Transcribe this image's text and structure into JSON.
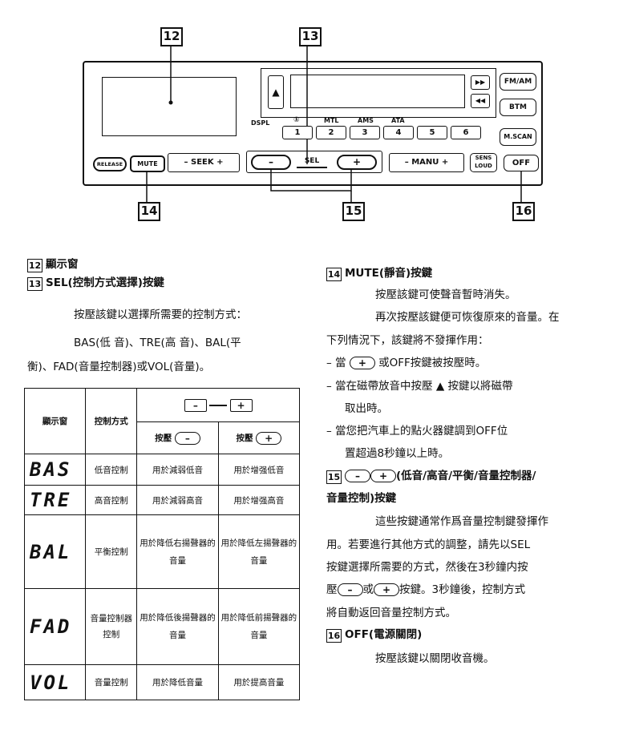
{
  "diagram": {
    "callout_numbers": [
      "12",
      "13",
      "14",
      "15",
      "16"
    ],
    "preset_labels": [
      "①",
      "MTL",
      "AMS",
      "ATA"
    ],
    "preset_buttons": [
      "1",
      "2",
      "3",
      "4",
      "5",
      "6"
    ],
    "buttons": {
      "eject": "▲",
      "ff": "▶▶",
      "rew": "◀◀",
      "fm_am": "FM/AM",
      "btm": "BTM",
      "mscan": "M.SCAN",
      "dspl": "DSPL",
      "release": "RELEASE",
      "mute": "MUTE",
      "seek": "– SEEK +",
      "minus": "–",
      "sel": "SEL",
      "plus": "+",
      "manu": "– MANU +",
      "sens_loud_1": "SENS",
      "sens_loud_2": "LOUD",
      "off": "OFF"
    }
  },
  "left": {
    "item12_num": "12",
    "item12_title": "顯示窗",
    "item13_num": "13",
    "item13_title": "SEL(控制方式選擇)按鍵",
    "item13_line1": "按壓該鍵以選擇所需要的控制方式：",
    "item13_line2": "BAS(低 音)、TRE(高 音)、BAL(平",
    "item13_line3": "衡)、FAD(音量控制器)或VOL(音量)。"
  },
  "table": {
    "header_display": "顯示窗",
    "header_mode": "控制方式",
    "header_press": "按壓",
    "minus_sign": "–",
    "plus_sign": "+",
    "rows": [
      {
        "lcd": "BAS",
        "mode": "低音控制",
        "minus": "用於減弱低音",
        "plus": "用於增强低音"
      },
      {
        "lcd": "TRE",
        "mode": "高音控制",
        "minus": "用於減弱高音",
        "plus": "用於增强高音"
      },
      {
        "lcd": "BAL",
        "mode": "平衡控制",
        "minus": "用於降低右揚聲器的音量",
        "plus": "用於降低左揚聲器的音量"
      },
      {
        "lcd": "FAD",
        "mode": "音量控制器控制",
        "minus": "用於降低後揚聲器的音量",
        "plus": "用於降低前揚聲器的音量"
      },
      {
        "lcd": "VOL",
        "mode": "音量控制",
        "minus": "用於降低音量",
        "plus": "用於提高音量"
      }
    ]
  },
  "right": {
    "item14_num": "14",
    "item14_title": "MUTE(靜音)按鍵",
    "item14_line1": "按壓該鍵可使聲音暫時消失。",
    "item14_line2": "再次按壓該鍵便可恢復原來的音量。在",
    "item14_line3": "下列情況下，該鍵將不發揮作用：",
    "bullet1_a": "– 當",
    "bullet1_b": "或OFF按鍵被按壓時。",
    "bullet2_a": "– 當在磁帶放音中按壓 ▲ 按鍵以將磁帶",
    "bullet2_b": "取出時。",
    "bullet3_a": "– 當您把汽車上的點火器鍵調到OFF位",
    "bullet3_b": "置超過8秒鐘以上時。",
    "item15_num": "15",
    "item15_title_a": "(低音/高音/平衡/音量控制器/",
    "item15_title_b": "音量控制)按鍵",
    "item15_line1": "這些按鍵通常作爲音量控制鍵發揮作",
    "item15_line2": "用。若要進行其他方式的調整，請先以SEL",
    "item15_line3": "按鍵選擇所需要的方式，然後在3秒鐘内按",
    "item15_line4_a": "壓",
    "item15_line4_b": "或",
    "item15_line4_c": "按鍵。3秒鐘後，控制方式",
    "item15_line5": "將自動返回音量控制方式。",
    "item16_num": "16",
    "item16_title": "OFF(電源關閉)",
    "item16_line1": "按壓該鍵以關閉收音機。"
  }
}
